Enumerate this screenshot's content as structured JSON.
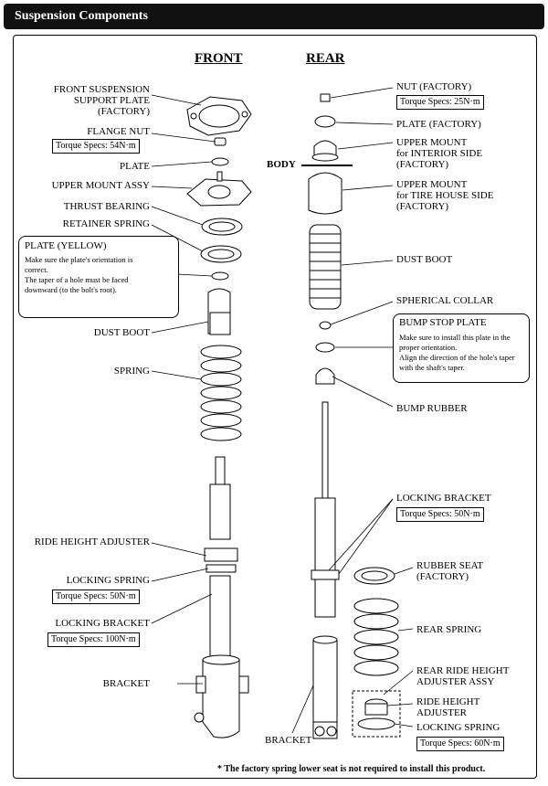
{
  "header": {
    "title": "Suspension Components"
  },
  "columns": {
    "front": "FRONT",
    "rear": "REAR"
  },
  "body_label": "BODY",
  "front": {
    "support_plate": "FRONT SUSPENSION\nSUPPORT PLATE\n(FACTORY)",
    "flange_nut": "FLANGE NUT",
    "flange_nut_torque": "Torque Specs: 54N·m",
    "plate": "PLATE",
    "upper_mount": "UPPER MOUNT ASSY",
    "thrust_bearing": "THRUST BEARING",
    "retainer_spring": "RETAINER SPRING",
    "dust_boot": "DUST BOOT",
    "spring": "SPRING",
    "ride_height_adjuster": "RIDE HEIGHT ADJUSTER",
    "locking_spring": "LOCKING SPRING",
    "locking_spring_torque": "Torque Specs: 50N·m",
    "locking_bracket": "LOCKING BRACKET",
    "locking_bracket_torque": "Torque Specs: 100N·m",
    "bracket": "BRACKET"
  },
  "plate_note": {
    "title": "PLATE (YELLOW)",
    "line1": "Make sure the plate's orientation is",
    "line2": "correct.",
    "line3": "The taper of a hole must be faced",
    "line4": "downward (to the bolt's root)."
  },
  "rear": {
    "nut": "NUT (FACTORY)",
    "nut_torque": "Torque Specs: 25N·m",
    "plate": "PLATE (FACTORY)",
    "upper_mount_interior": "UPPER MOUNT\nfor INTERIOR SIDE\n(FACTORY)",
    "upper_mount_tire": "UPPER MOUNT\nfor TIRE HOUSE SIDE\n(FACTORY)",
    "dust_boot": "DUST BOOT",
    "spherical_collar": "SPHERICAL COLLAR",
    "bump_rubber": "BUMP RUBBER",
    "locking_bracket": "LOCKING BRACKET",
    "locking_bracket_torque": "Torque Specs: 50N·m",
    "rubber_seat": "RUBBER SEAT\n(FACTORY)",
    "rear_spring": "REAR SPRING",
    "rear_ride_height_assy": "REAR RIDE HEIGHT\nADJUSTER ASSY",
    "ride_height_adjuster": "RIDE HEIGHT\nADJUSTER",
    "locking_spring": "LOCKING SPRING",
    "locking_spring_torque": "Torque Specs: 60N·m",
    "bracket": "BRACKET"
  },
  "bump_note": {
    "title": "BUMP STOP PLATE",
    "line1": "Make sure to install this plate in the",
    "line2": "proper orientation.",
    "line3": "Align the direction of the hole's taper",
    "line4": "with the shaft's taper."
  },
  "footnote": "* The factory spring lower seat is not required to install this product."
}
